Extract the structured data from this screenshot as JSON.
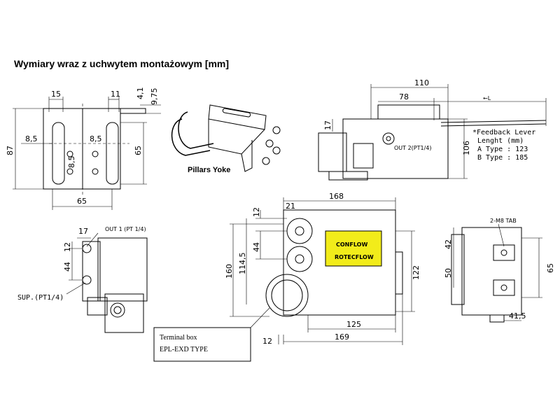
{
  "title": "Wymiary wraz z uchwytem montażowym [mm]",
  "bracket": {
    "d15": "15",
    "d11": "11",
    "d4_1": "4,1",
    "d9_75": "9,75",
    "d87": "87",
    "d8_5_left": "8,5",
    "d8_5_right": "8,5",
    "d8_5_vert": "8,5",
    "d65_vert": "65",
    "d65_horiz": "65"
  },
  "yoke": {
    "label": "Pillars Yoke"
  },
  "side_view": {
    "d110": "110",
    "d78": "78",
    "d17": "17",
    "d106": "106",
    "out_label": "OUT 2(PT1/4)",
    "l_label": "←L",
    "feedback_1": "*Feedback Lever",
    "feedback_2": "Lenght (mm)",
    "type_a": "A Type : 123",
    "type_b": "B Type : 185"
  },
  "left_view": {
    "d17": "17",
    "d12": "12",
    "d44": "44",
    "out1": "OUT 1 (PT 1/4)",
    "sup": "SUP.(PT1/4)"
  },
  "front_view": {
    "d168": "168",
    "d21": "21",
    "d12_top": "12",
    "d44": "44",
    "d114_5": "114,5",
    "d160": "160",
    "d122": "122",
    "d125": "125",
    "d12_bottom": "12",
    "d169": "169",
    "plate_brand_1": "CONFLOW",
    "plate_brand_2": "ROTECFLOW"
  },
  "right_view": {
    "tab": "2-M8 TAB",
    "d42": "42",
    "d50": "50",
    "d65": "65",
    "d41_5": "41,5"
  },
  "terminal_box": {
    "line1": "Terminal box",
    "line2": "EPL-EXD TYPE"
  },
  "colors": {
    "plate": "#f2ec1a",
    "line": "#000000"
  }
}
